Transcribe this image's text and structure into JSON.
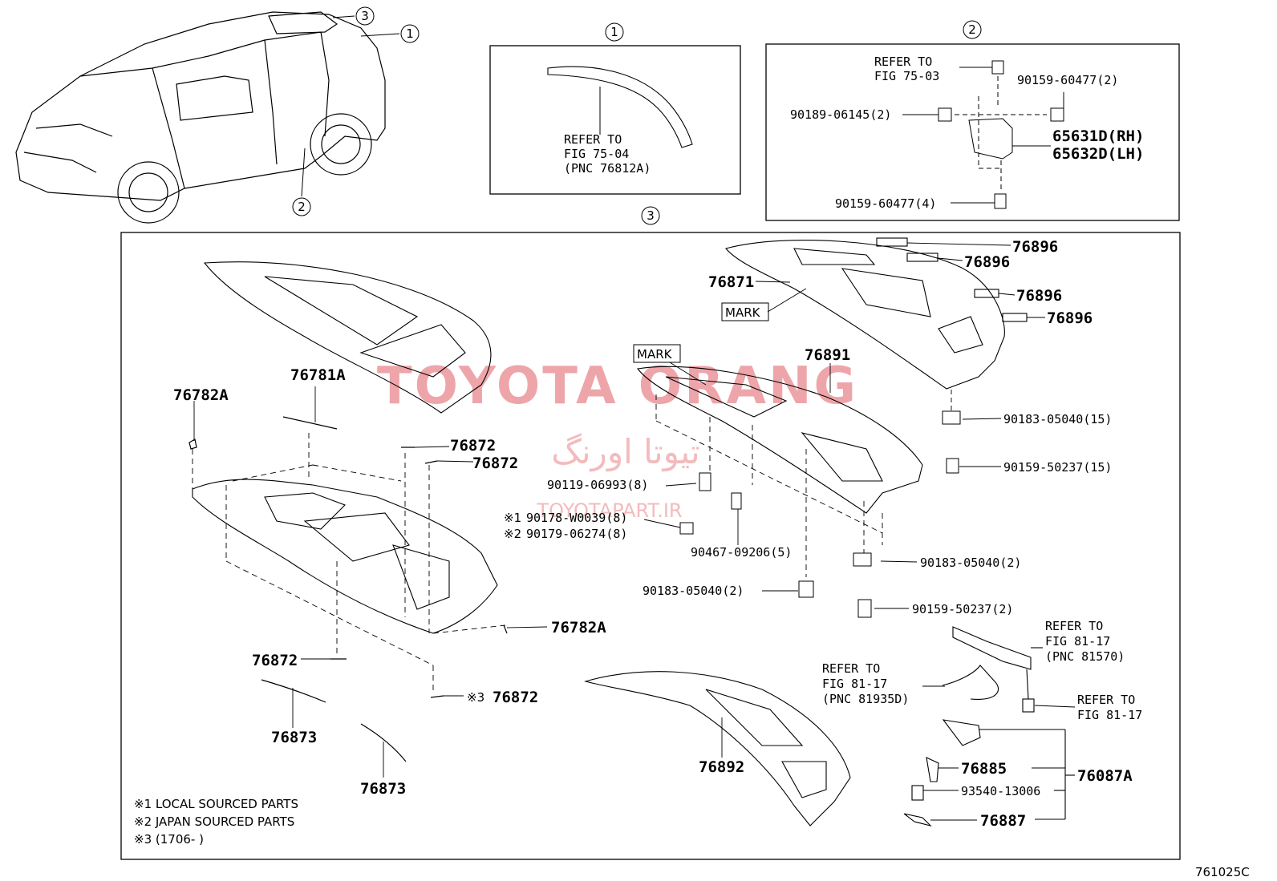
{
  "diagram_code": "761025C",
  "callouts": {
    "c1": "1",
    "c2": "2",
    "c3": "3"
  },
  "box1": {
    "label": "1",
    "refer_line1": "REFER TO",
    "refer_line2": "FIG 75-04",
    "refer_line3": "(PNC 76812A)"
  },
  "box2": {
    "label": "2",
    "refer_line1": "REFER TO",
    "refer_line2": "FIG 75-03",
    "p_90159_60477_2": "90159-60477(2)",
    "p_90189_06145_2": "90189-06145(2)",
    "p_65631D": "65631D(RH)",
    "p_65632D": "65632D(LH)",
    "p_90159_60477_4": "90159-60477(4)"
  },
  "box3": {
    "label": "3",
    "parts": {
      "p76896a": "76896",
      "p76896b": "76896",
      "p76896c": "76896",
      "p76896d": "76896",
      "p76871": "76871",
      "mark1": "MARK",
      "mark2": "MARK",
      "p76891": "76891",
      "p76781A": "76781A",
      "p76782A_top": "76782A",
      "p76872a": "76872",
      "p76872b": "76872",
      "p90183_05040_15": "90183-05040(15)",
      "p90159_50237_15": "90159-50237(15)",
      "p90119_06993_8": "90119-06993(8)",
      "p90178_W0039_8": "90178-W0039(8)",
      "p90179_06274_8": "90179-06274(8)",
      "note_mark_1": "※1",
      "note_mark_2": "※2",
      "p90467_09206_5": "90467-09206(5)",
      "p90183_05040_2a": "90183-05040(2)",
      "p90183_05040_2b": "90183-05040(2)",
      "p90159_50237_2": "90159-50237(2)",
      "p76782A_right": "76782A",
      "p76872c": "76872",
      "p76872d": "76872",
      "note_mark_3": "※3",
      "p76873a": "76873",
      "p76873b": "76873",
      "p76892": "76892",
      "ref_81570_l1": "REFER TO",
      "ref_81570_l2": "FIG 81-17",
      "ref_81570_l3": "(PNC 81570)",
      "ref_81935D_l1": "REFER TO",
      "ref_81935D_l2": "FIG 81-17",
      "ref_81935D_l3": "(PNC 81935D)",
      "ref_8117_l1": "REFER TO",
      "ref_8117_l2": "FIG 81-17",
      "p76885": "76885",
      "p76087A": "76087A",
      "p93540_13006": "93540-13006",
      "p76887": "76887"
    }
  },
  "legend": {
    "l1": "※1  LOCAL SOURCED PARTS",
    "l2": "※2  JAPAN SOURCED PARTS",
    "l3": "※3  (1706-      )"
  },
  "watermark": {
    "main": "TOYOTA ORANG",
    "persian": "تیوتا اورنگ",
    "site": "TOYOTAPART.IR"
  },
  "colors": {
    "line": "#000000",
    "watermark": "#e8888e"
  }
}
